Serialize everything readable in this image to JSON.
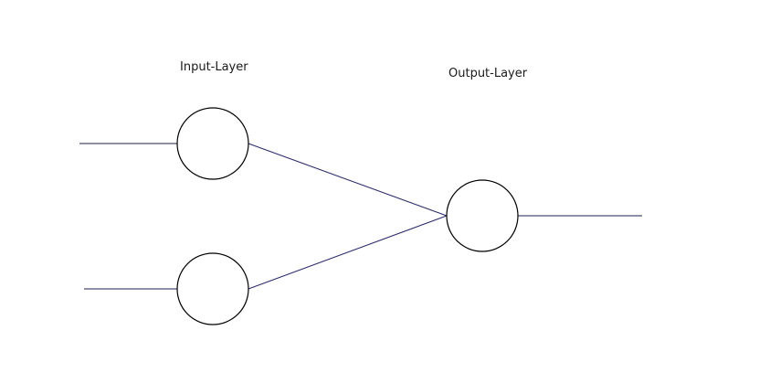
{
  "labels": {
    "input_layer": "Input-Layer",
    "output_layer": "Output-Layer"
  },
  "colors": {
    "background": "#ffffff",
    "node_stroke": "#000000",
    "edge": "#2a2a6a"
  },
  "network": {
    "layers": [
      {
        "name_ref": "input_layer",
        "node_count": 2
      },
      {
        "name_ref": "output_layer",
        "node_count": 1
      }
    ],
    "connections": [
      {
        "from": "input-node-1",
        "to": "output-node-1"
      },
      {
        "from": "input-node-2",
        "to": "output-node-1"
      }
    ]
  }
}
